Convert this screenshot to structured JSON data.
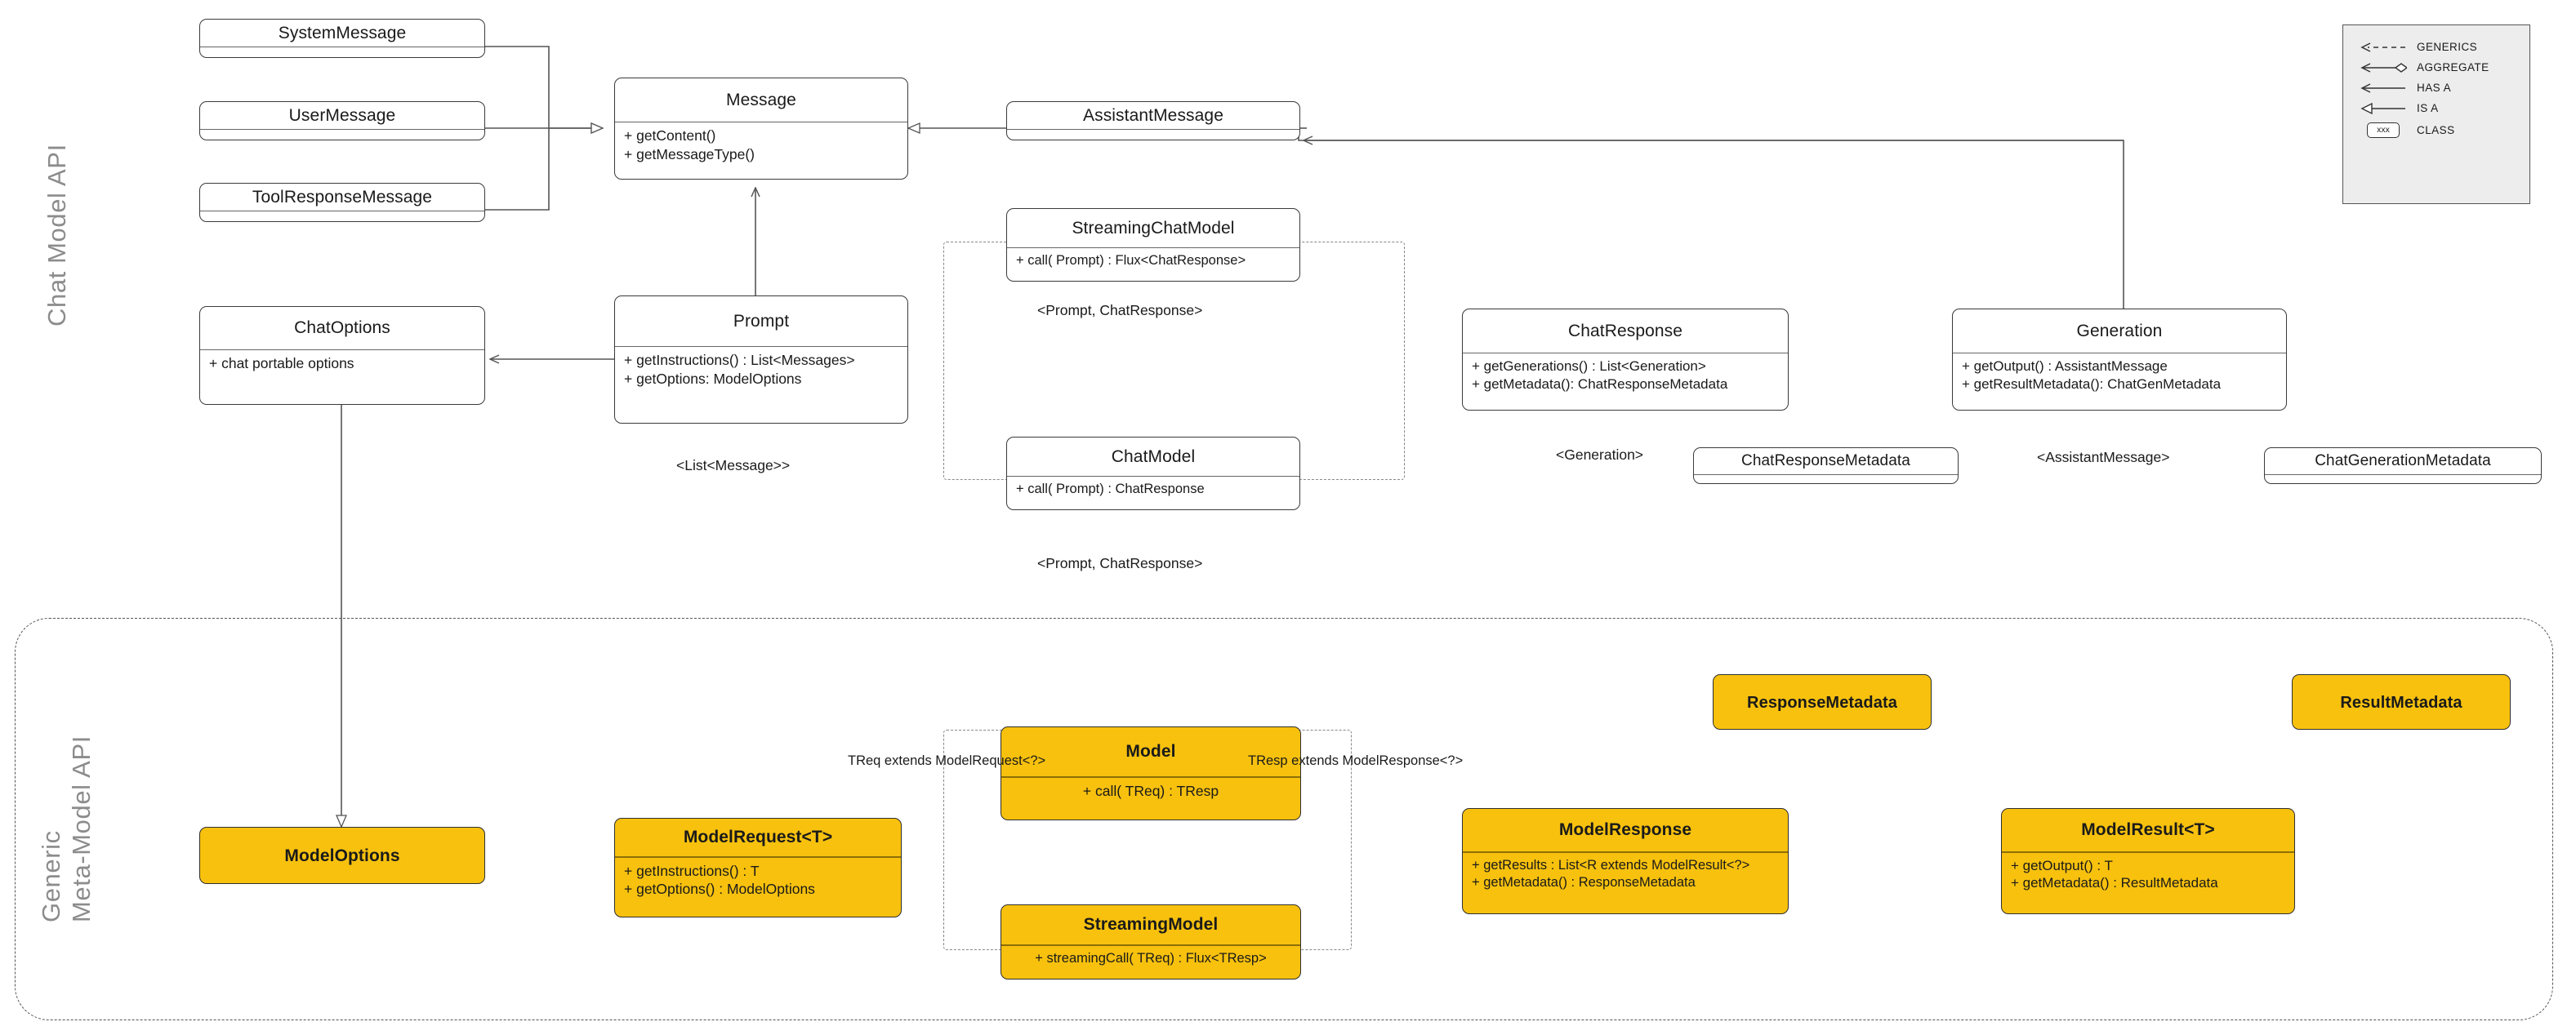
{
  "diagram": {
    "title_visible": false,
    "groups": [
      {
        "id": "chat-model-api",
        "label": "Chat Model API"
      },
      {
        "id": "generic-meta-model-api",
        "label_line1": "Generic",
        "label_line2": "Meta-Model API"
      }
    ]
  },
  "legend": {
    "items": [
      {
        "key": "generics",
        "label": "GENERICS",
        "glyph": "dashed-open-arrow"
      },
      {
        "key": "aggregate",
        "label": "AGGREGATE",
        "glyph": "line-open-arrow-diamond"
      },
      {
        "key": "has-a",
        "label": "HAS A",
        "glyph": "line-open-arrow"
      },
      {
        "key": "is-a",
        "label": "IS A",
        "glyph": "line-hollow-triangle"
      },
      {
        "key": "class",
        "label": "CLASS",
        "glyph": "rounded-box",
        "box_text": "xxx"
      }
    ]
  },
  "nodes": {
    "system_message": {
      "name": "SystemMessage",
      "members": []
    },
    "user_message": {
      "name": "UserMessage",
      "members": []
    },
    "tool_response_message": {
      "name": "ToolResponseMessage",
      "members": []
    },
    "message": {
      "name": "Message",
      "members": [
        "+ getContent()",
        "+ getMessageType()"
      ]
    },
    "assistant_message": {
      "name": "AssistantMessage",
      "members": []
    },
    "chat_options": {
      "name": "ChatOptions",
      "members": [
        "+ chat portable options"
      ]
    },
    "prompt": {
      "name": "Prompt",
      "members": [
        "+ getInstructions() : List<Messages>",
        "+ getOptions: ModelOptions"
      ]
    },
    "streaming_chat_model": {
      "name": "StreamingChatModel",
      "members": [
        "+ call( Prompt) : Flux<ChatResponse>"
      ]
    },
    "chat_model": {
      "name": "ChatModel",
      "members": [
        "+ call( Prompt) : ChatResponse"
      ]
    },
    "chat_response": {
      "name": "ChatResponse",
      "members": [
        "+ getGenerations() : List<Generation>",
        "+ getMetadata(): ChatResponseMetadata"
      ]
    },
    "generation": {
      "name": "Generation",
      "members": [
        "+ getOutput() : AssistantMessage",
        "+ getResultMetadata(): ChatGenMetadata"
      ]
    },
    "chat_response_metadata": {
      "name": "ChatResponseMetadata",
      "members": []
    },
    "chat_generation_metadata": {
      "name": "ChatGenerationMetadata",
      "members": []
    },
    "model_options": {
      "name": "ModelOptions",
      "members": [],
      "highlight": true
    },
    "model_request": {
      "name": "ModelRequest<T>",
      "members": [
        "+ getInstructions() : T",
        "+ getOptions() : ModelOptions"
      ],
      "highlight": true
    },
    "model": {
      "name": "Model",
      "members": [
        "+ call( TReq) : TResp"
      ],
      "highlight": true
    },
    "streaming_model": {
      "name": "StreamingModel",
      "members": [
        "+ streamingCall( TReq) : Flux<TResp>"
      ],
      "highlight": true
    },
    "model_response": {
      "name": "ModelResponse",
      "members": [
        "+ getResults : List<R extends ModelResult<?>",
        "+ getMetadata() : ResponseMetadata"
      ],
      "highlight": true
    },
    "model_result": {
      "name": "ModelResult<T>",
      "members": [
        "+ getOutput() : T",
        "+ getMetadata() : ResultMetadata"
      ],
      "highlight": true
    },
    "response_metadata": {
      "name": "ResponseMetadata",
      "members": [],
      "highlight": true
    },
    "result_metadata": {
      "name": "ResultMetadata",
      "members": [],
      "highlight": true
    }
  },
  "edge_labels": {
    "prompt_chatresponse_top": "<Prompt, ChatResponse>",
    "prompt_chatresponse_bottom": "<Prompt, ChatResponse>",
    "list_message": "<List<Message>>",
    "generation": "<Generation>",
    "assistant_message": "<AssistantMessage>",
    "treq_extends": "TReq extends ModelRequest<?>",
    "tresp_extends": "TResp extends ModelResponse<?>"
  }
}
